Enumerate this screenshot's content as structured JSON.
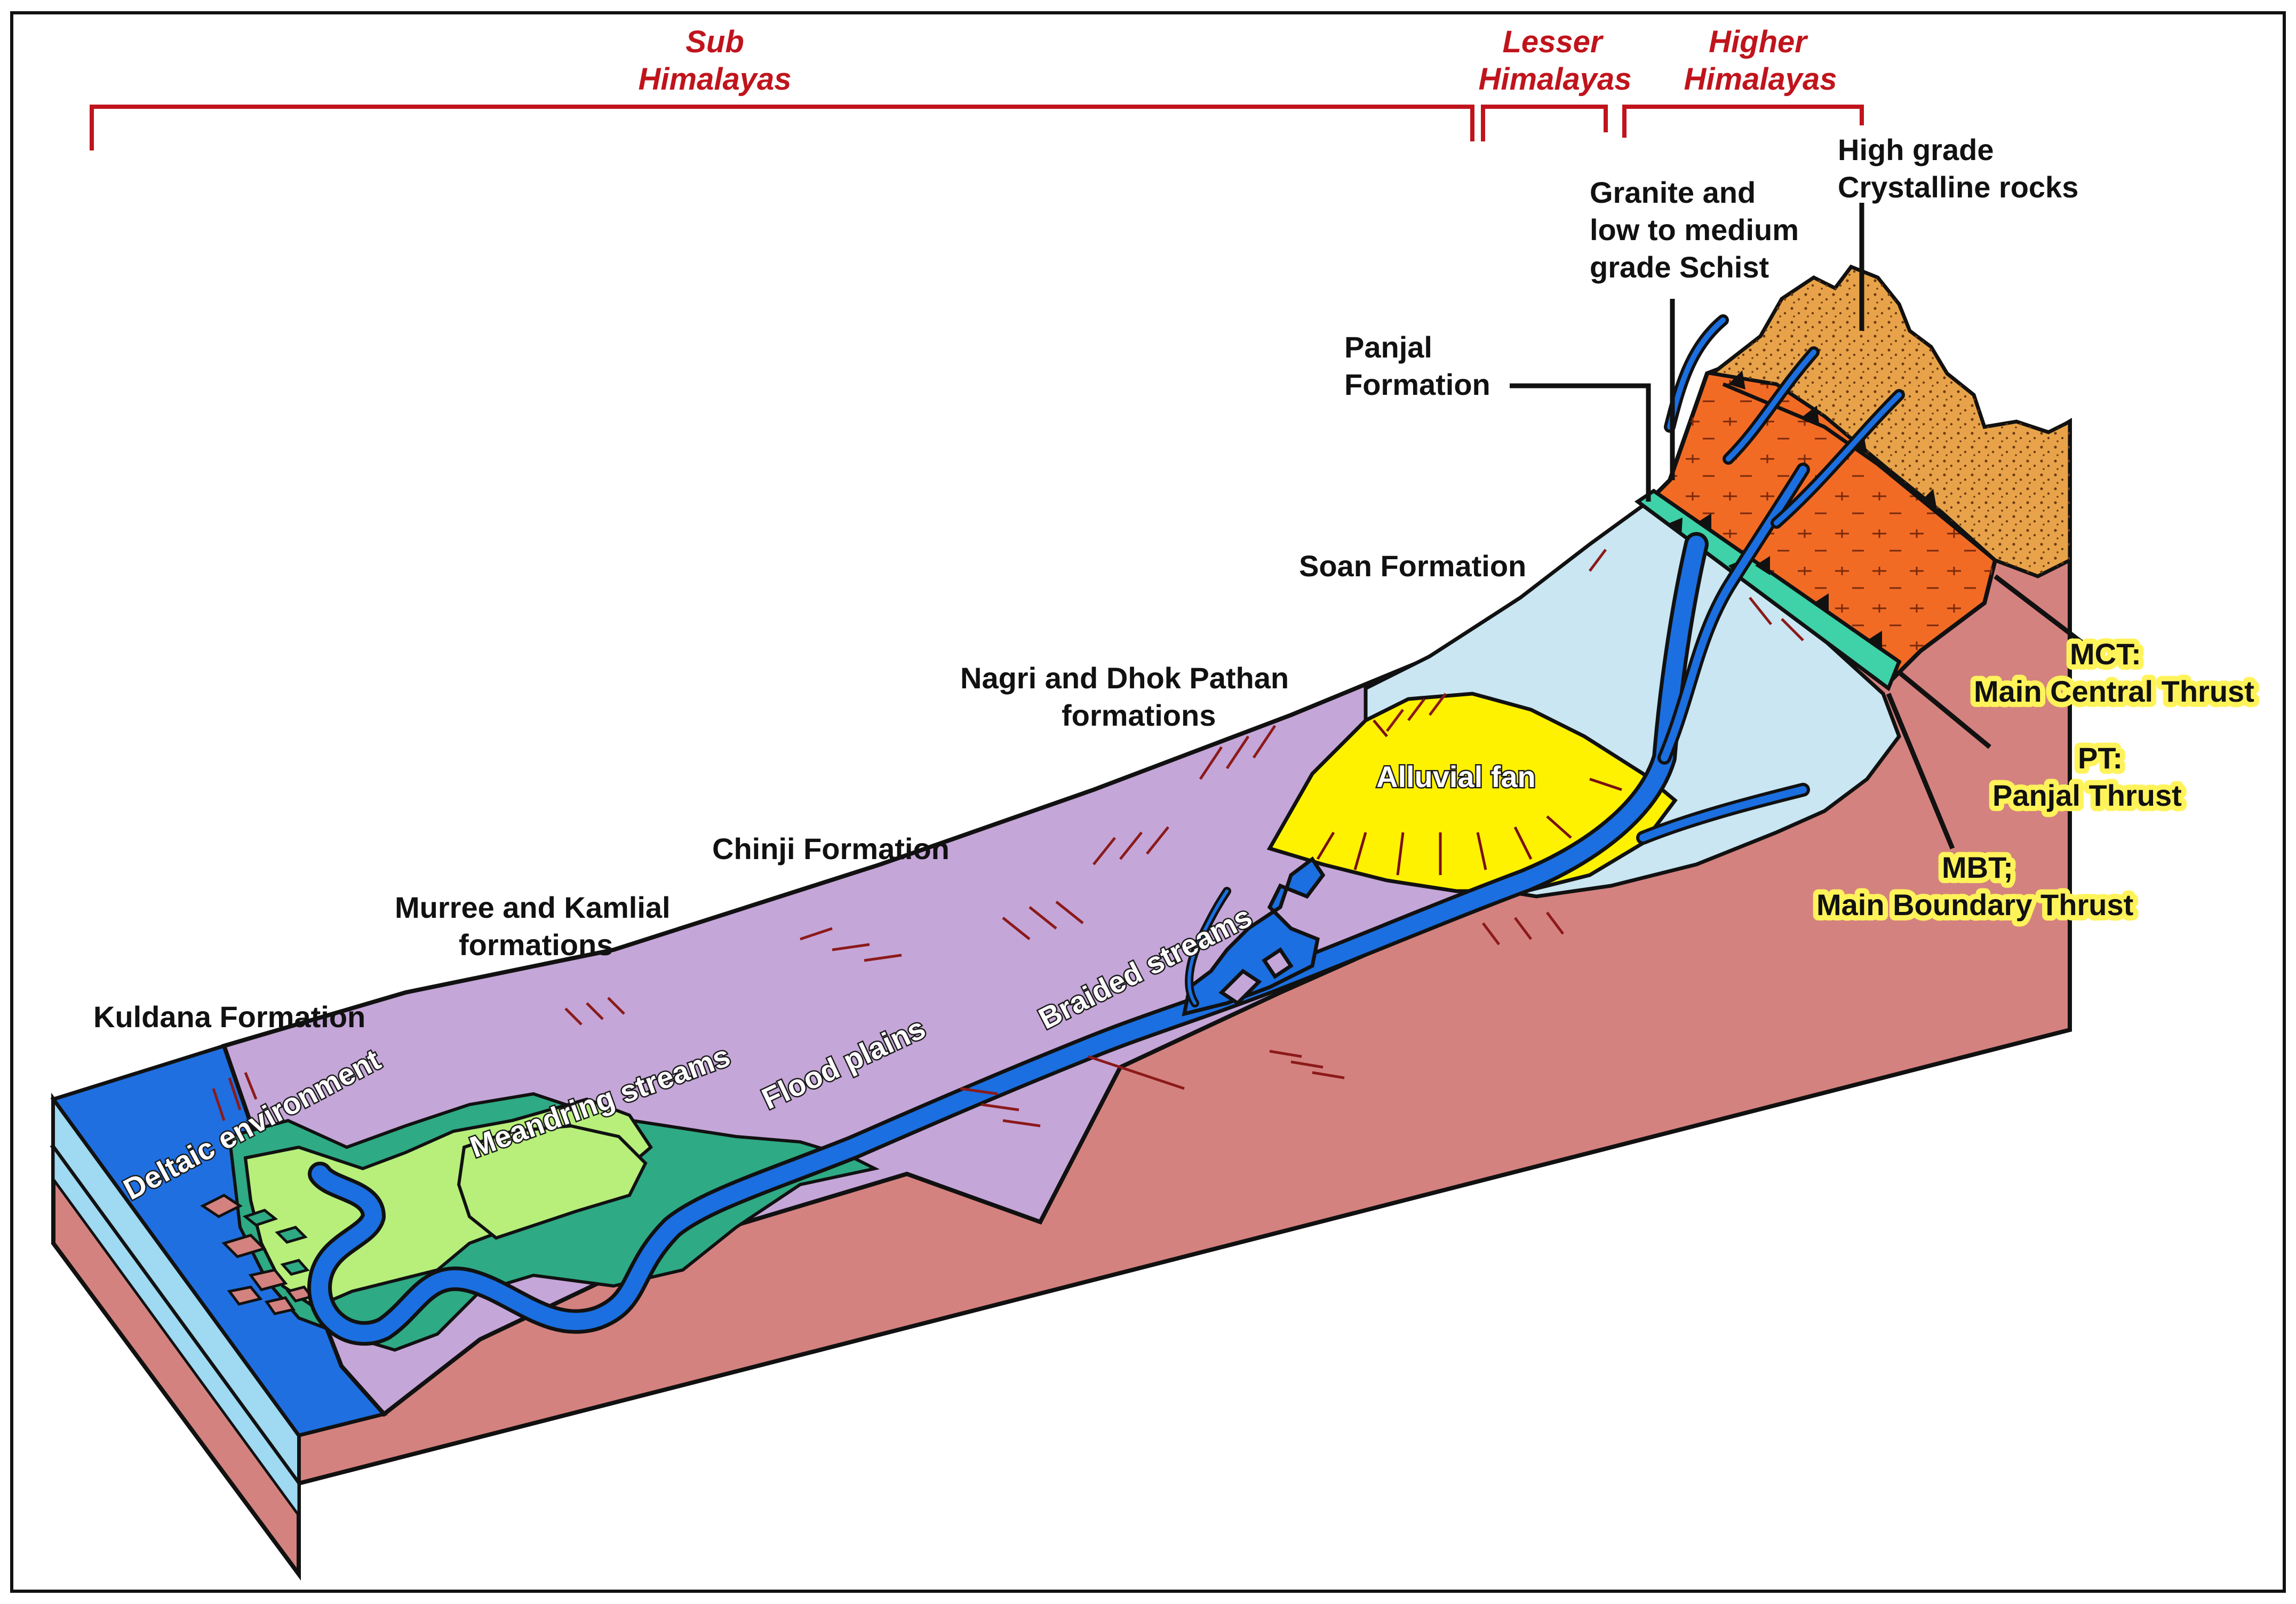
{
  "regions": {
    "sub": [
      "Sub",
      "Himalayas"
    ],
    "lesser": [
      "Lesser",
      "Himalayas"
    ],
    "higher": [
      "Higher",
      "Himalayas"
    ]
  },
  "labels": {
    "high_grade": [
      "High grade",
      "Crystalline rocks"
    ],
    "granite": [
      "Granite and",
      "low to medium",
      "grade Schist"
    ],
    "panjal": [
      "Panjal",
      "Formation"
    ],
    "soan": "Soan Formation",
    "nagri": [
      "Nagri and  Dhok Pathan",
      "formations"
    ],
    "alluvial_fan": "Alluvial fan",
    "chinji": "Chinji Formation",
    "murree": [
      "Murree and Kamlial",
      "formations"
    ],
    "kuldana": "Kuldana Formation",
    "braided": "Braided streams",
    "flood_plains": "Flood plains",
    "meandring": "Meandring streams",
    "deltaic": "Deltaic environment"
  },
  "thrusts": {
    "mct": [
      "MCT:",
      "Main Central Thrust"
    ],
    "pt": [
      "PT:",
      "Panjal Thrust"
    ],
    "mbt": [
      "MBT;",
      "Main Boundary Thrust"
    ]
  },
  "colors": {
    "sea": "#1f6fe0",
    "sea_side": "#9fd9f2",
    "block_side": "#d4827f",
    "sub_himalaya_surface": "#c5a6d8",
    "lesser_himalaya_surface": "#c9e6f2",
    "alluvial_fan": "#fff200",
    "higher_himalaya": "#f26b25",
    "crystalline": "#e8a34a",
    "panjal_band": "#3fd1a8",
    "flood_plain_light": "#b7ef7a",
    "flood_plain_dark": "#2eaa84",
    "river": "#1b6fe0",
    "bracket_red": "#c0141c",
    "highlight_yellow": "#fff35a"
  }
}
